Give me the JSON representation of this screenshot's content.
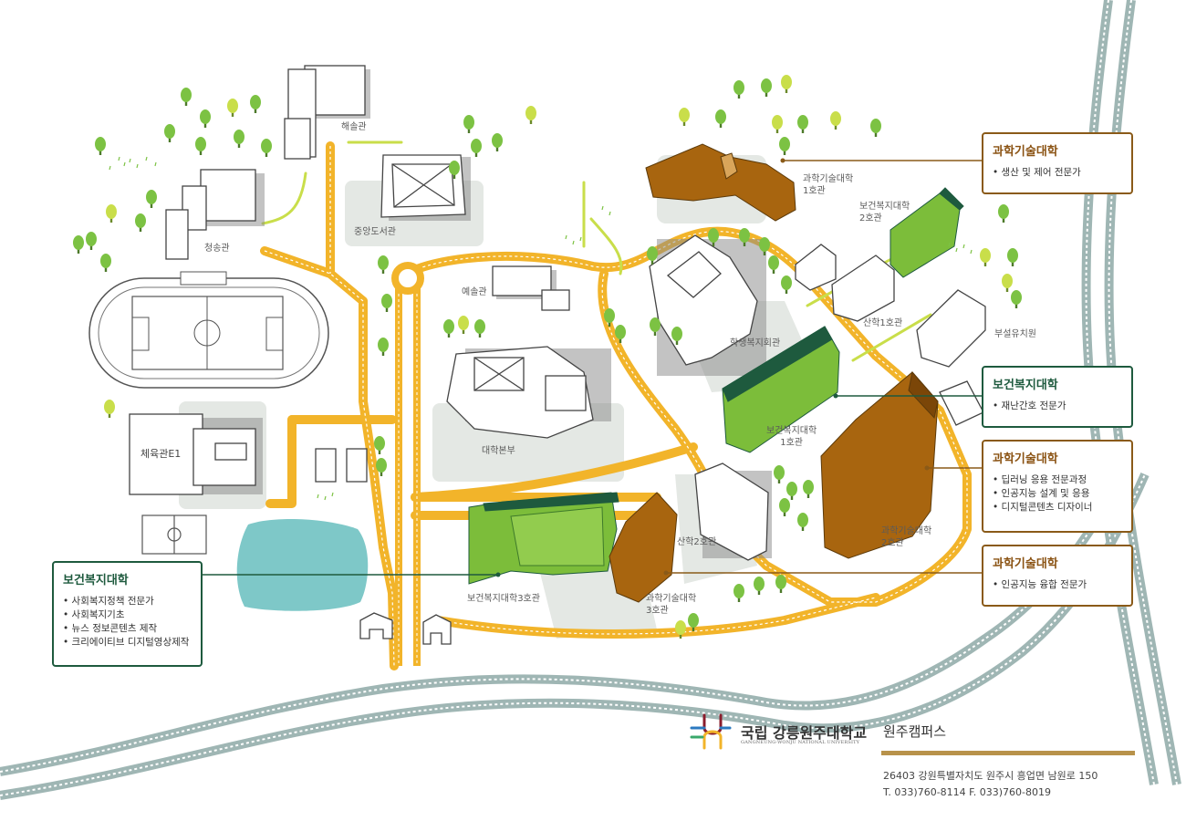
{
  "buildings": {
    "haesol": "해솔관",
    "central_library": "중앙도서관",
    "cheongsong": "청송관",
    "yesol": "예솔관",
    "main_hall": "대학본부",
    "gym": "체육관E1",
    "student_welfare": "학생복지회관",
    "science_1": "과학기술대학\n1호관",
    "health_welfare_2": "보건복지대학\n2호관",
    "industry_1": "산학1호관",
    "kindergarten": "부설유치원",
    "health_welfare_1": "보건복지대학\n1호관",
    "industry_2": "산학2호관",
    "health_welfare_3": "보건복지대학3호관",
    "science_3": "과학기술대학\n3호관",
    "science_2": "과학기술대학\n2호관"
  },
  "cards": {
    "science_top": {
      "title": "과학기술대학",
      "items": [
        "생산 및 제어 전문가"
      ]
    },
    "health_mid": {
      "title": "보건복지대학",
      "items": [
        "재난간호 전문가"
      ]
    },
    "science_mid": {
      "title": "과학기술대학",
      "items": [
        "딥러닝 응용 전문과정",
        "인공지능 설계 및 응용",
        "디지털콘텐츠 디자이너"
      ]
    },
    "science_low": {
      "title": "과학기술대학",
      "items": [
        "인공지능 융합 전문가"
      ]
    },
    "health_left": {
      "title": "보건복지대학",
      "items": [
        "사회복지정책 전문가",
        "사회복지기초",
        "뉴스 정보콘텐츠 제작",
        "크리에이티브 디지털영상제작"
      ]
    }
  },
  "footer": {
    "university": "국립 강릉원주대학교",
    "university_en": "GANGNEUNG-WONJU NATIONAL UNIVERSITY",
    "campus": "원주캠퍼스",
    "address": "26403 강원특별자치도 원주시 흥업면 남원로 150",
    "contact": "T. 033)760-8114  F. 033)760-8019"
  },
  "colors": {
    "road": "#f2b42a",
    "highway": "#9fb6b4",
    "green_building": "#7cbd3a",
    "brown_building": "#a8650f",
    "pond": "#7ec8c8",
    "tree": "#7cc243",
    "science_accent": "#8a5212",
    "health_accent": "#1e5a3e"
  }
}
